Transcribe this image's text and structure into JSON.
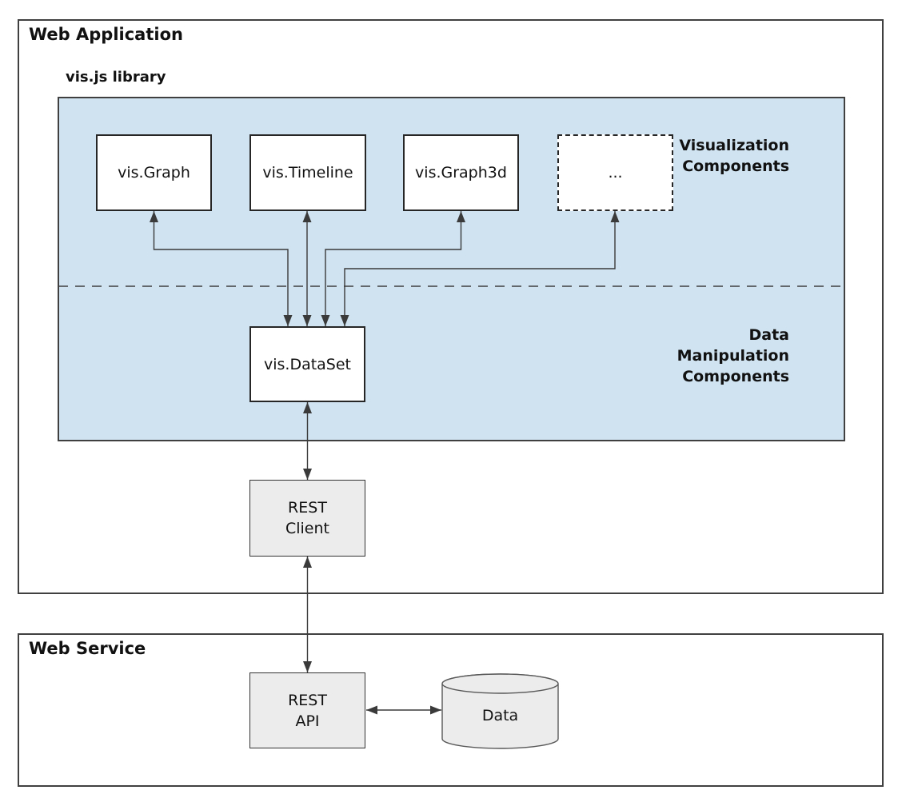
{
  "sections": {
    "web_application": "Web Application",
    "library": "vis.js library",
    "web_service": "Web Service"
  },
  "group_labels": {
    "visualization": "Visualization\nComponents",
    "manipulation": "Data\nManipulation\nComponents"
  },
  "nodes": {
    "vis_graph": "vis.Graph",
    "vis_timeline": "vis.Timeline",
    "vis_graph3d": "vis.Graph3d",
    "more": "...",
    "dataset": "vis.DataSet",
    "rest_client": "REST\nClient",
    "rest_api": "REST\nAPI",
    "data_store": "Data"
  },
  "colors": {
    "library_fill": "#cfe3f1",
    "node_fill": "#ffffff",
    "terminal_fill": "#ececec",
    "container_border": "#404040",
    "node_border": "#262626",
    "arrow": "#3a3a3a",
    "cylinder_stroke": "#595959"
  }
}
